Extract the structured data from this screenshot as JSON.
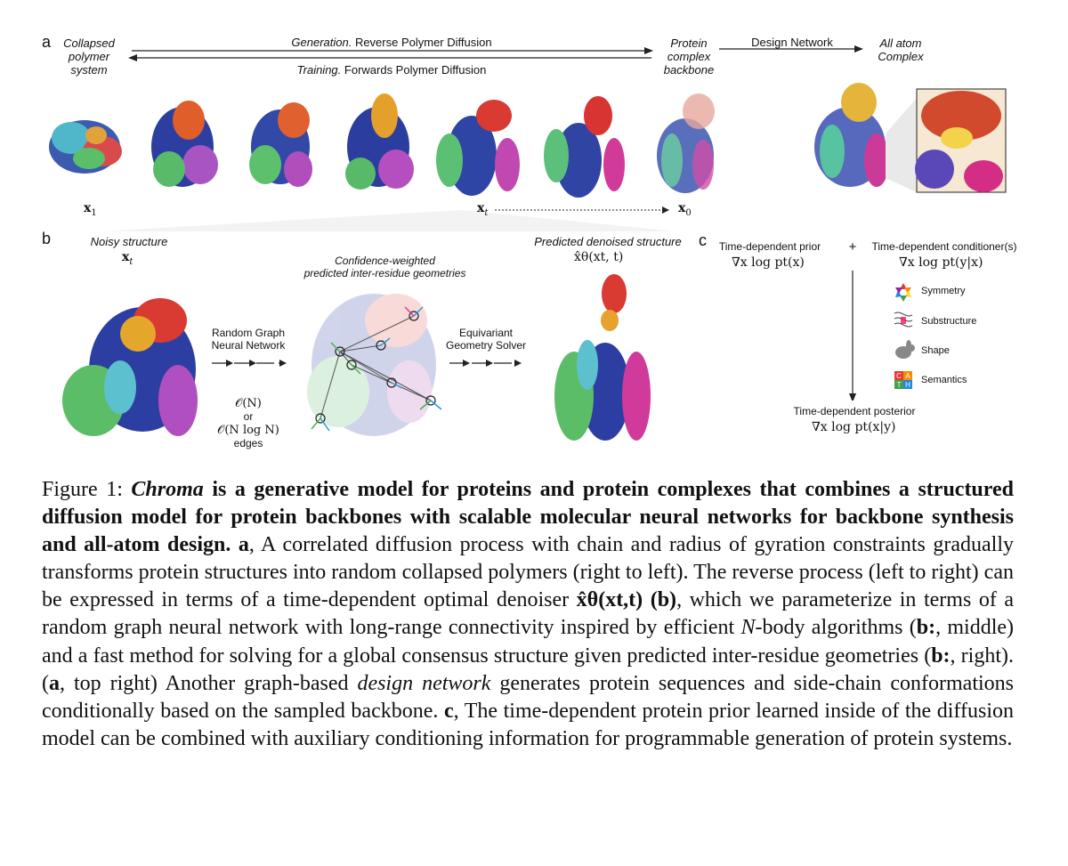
{
  "panel_a": {
    "letter": "a",
    "left_label": [
      "Collapsed",
      "polymer",
      "system"
    ],
    "generation": {
      "italic": "Generation.",
      "rest": " Reverse Polymer Diffusion"
    },
    "training": {
      "italic": "Training.",
      "rest": " Forwards Polymer Diffusion"
    },
    "backbone_label": [
      "Protein",
      "complex",
      "backbone"
    ],
    "design_network": "Design Network",
    "all_atom_label": [
      "All atom",
      "Complex"
    ],
    "x1": "x",
    "x1_sub": "1",
    "xt": "x",
    "xt_sub": "t",
    "x0": "x",
    "x0_sub": "0"
  },
  "panel_b": {
    "letter": "b",
    "noisy_title": "Noisy structure",
    "noisy_var": "x",
    "noisy_sub": "t",
    "confidence_title": [
      "Confidence-weighted",
      "predicted inter-residue geometries"
    ],
    "rgnn_label": [
      "Random Graph",
      "Neural Network"
    ],
    "complexity": [
      "𝒪(N)",
      "or",
      "𝒪(N log N)",
      "edges"
    ],
    "solver_label": [
      "Equivariant",
      "Geometry Solver"
    ],
    "denoised_title": "Predicted denoised structure",
    "denoised_formula": "x̂θ(xt, t)"
  },
  "panel_c": {
    "letter": "c",
    "prior_title": "Time-dependent prior",
    "prior_formula": "∇x log pt(x)",
    "plus": "+",
    "conditioner_title": "Time-dependent conditioner(s)",
    "conditioner_formula": "∇x log pt(y|x)",
    "conditioners": [
      "Symmetry",
      "Substructure",
      "Shape",
      "Semantics"
    ],
    "cath_letters": [
      "C",
      "A",
      "T",
      "H"
    ],
    "posterior_title": "Time-dependent posterior",
    "posterior_formula": "∇x log pt(x|y)"
  },
  "caption": {
    "figure_label": "Figure 1:",
    "name": "Chroma",
    "bold_title": " is a generative model for proteins and protein complexes that combines a structured diffusion model for protein backbones with scalable molecular neural networks for backbone synthesis and all-atom design.",
    "a_label": "a",
    "text1": ", A correlated diffusion process with chain and radius of gyration constraints gradually transforms protein structures into random collapsed polymers (right to left). The reverse process (left to right) can be expressed in terms of a time-dependent optimal denoiser ",
    "denoiser": "x̂θ(xt,t)",
    "b_label": "(b)",
    "text2": ", which we parameterize in terms of a random graph neural network with long-range connectivity inspired by efficient ",
    "n_italic": "N",
    "text3": "-body algorithms (",
    "b_colon_1": "b:",
    "text4": ", middle) and a fast method for solving for a global consensus structure given predicted inter-residue geometries (",
    "b_colon_2": "b:",
    "text5": ", right). (",
    "a_label_2": "a",
    "text6": ", top right) Another graph-based ",
    "design_italic": "design network",
    "text7": " generates protein sequences and side-chain conformations conditionally based on the sampled backbone. ",
    "c_label": "c",
    "text8": ", The time-dependent protein prior learned inside of the diffusion model can be combined with auxiliary conditioning information for programmable generation of protein systems."
  }
}
